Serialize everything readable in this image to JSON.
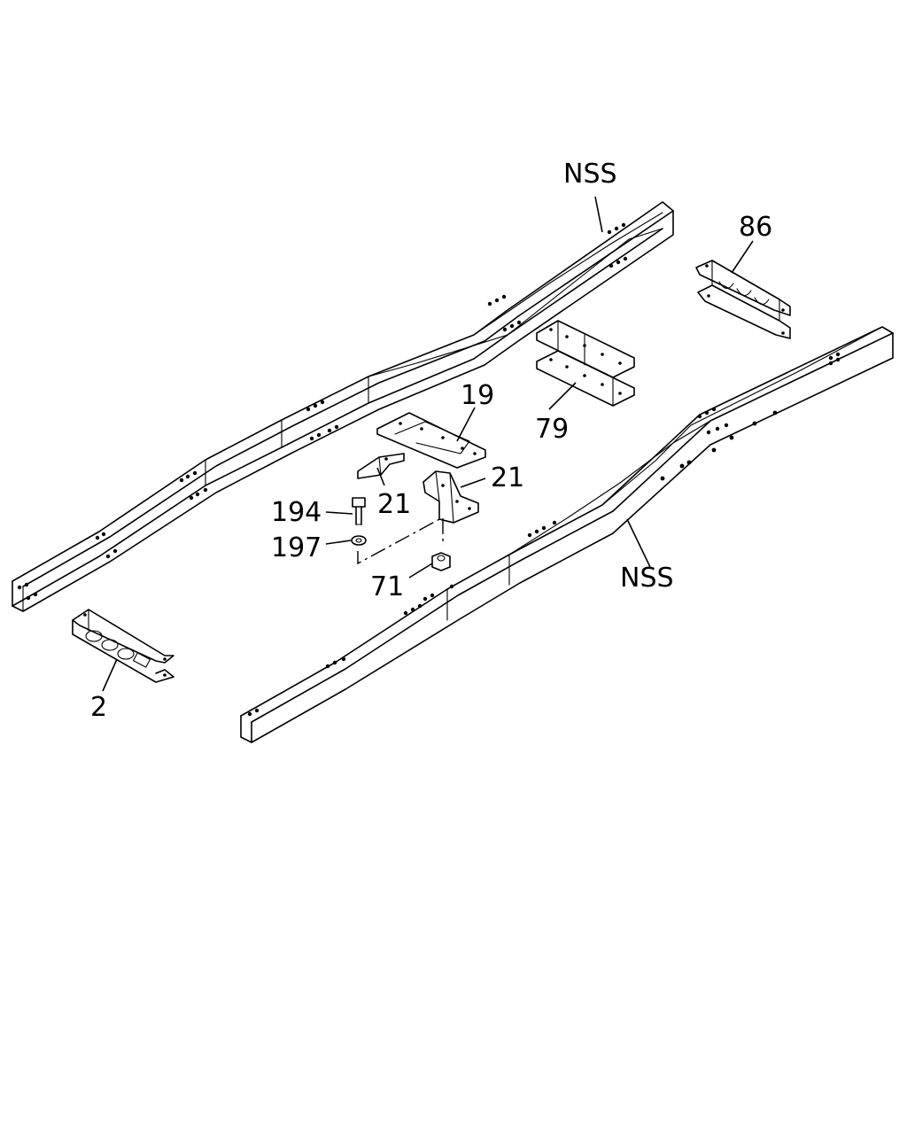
{
  "callouts": {
    "nss_top": "NSS",
    "nss_bottom": "NSS",
    "c86": "86",
    "c19": "19",
    "c79": "79",
    "c21_left": "21",
    "c21_right": "21",
    "c194": "194",
    "c197": "197",
    "c71": "71",
    "c2": "2"
  }
}
